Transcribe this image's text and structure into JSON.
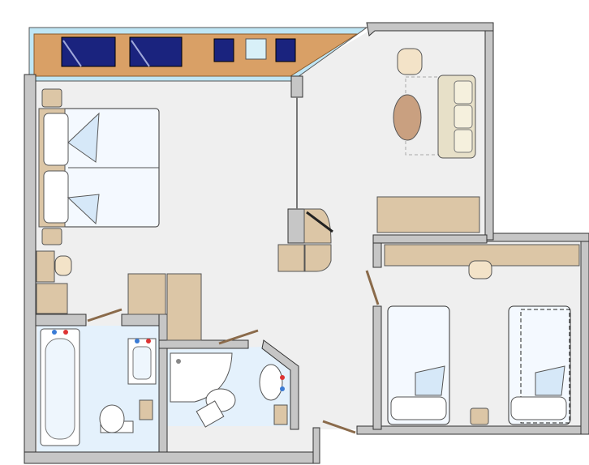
{
  "plan": {
    "colors": {
      "floor": "#efefef",
      "wall": "#c6c6c6",
      "wall_outline": "#333333",
      "balcony_wood": "#d9a066",
      "lounger": "#1a237e",
      "furniture": "#dcc6a6",
      "bathroom_floor": "#e4f1fc",
      "bed_linen": "#f4f9ff",
      "glass": "#bfe6f5"
    },
    "rooms": [
      "balcony",
      "master-bedroom",
      "living-area",
      "bathroom",
      "shower-room",
      "second-bedroom"
    ],
    "furniture_icons": [
      "sun-lounger-icon",
      "patio-chair-icon",
      "patio-table-icon",
      "double-bed-icon",
      "nightstand-icon",
      "desk-icon",
      "chair-icon",
      "wardrobe-icon",
      "bathtub-icon",
      "sink-icon",
      "toilet-icon",
      "shower-icon",
      "sofa-icon",
      "coffee-table-icon",
      "armchair-icon",
      "counter-icon",
      "single-bed-icon",
      "door-icon"
    ]
  }
}
